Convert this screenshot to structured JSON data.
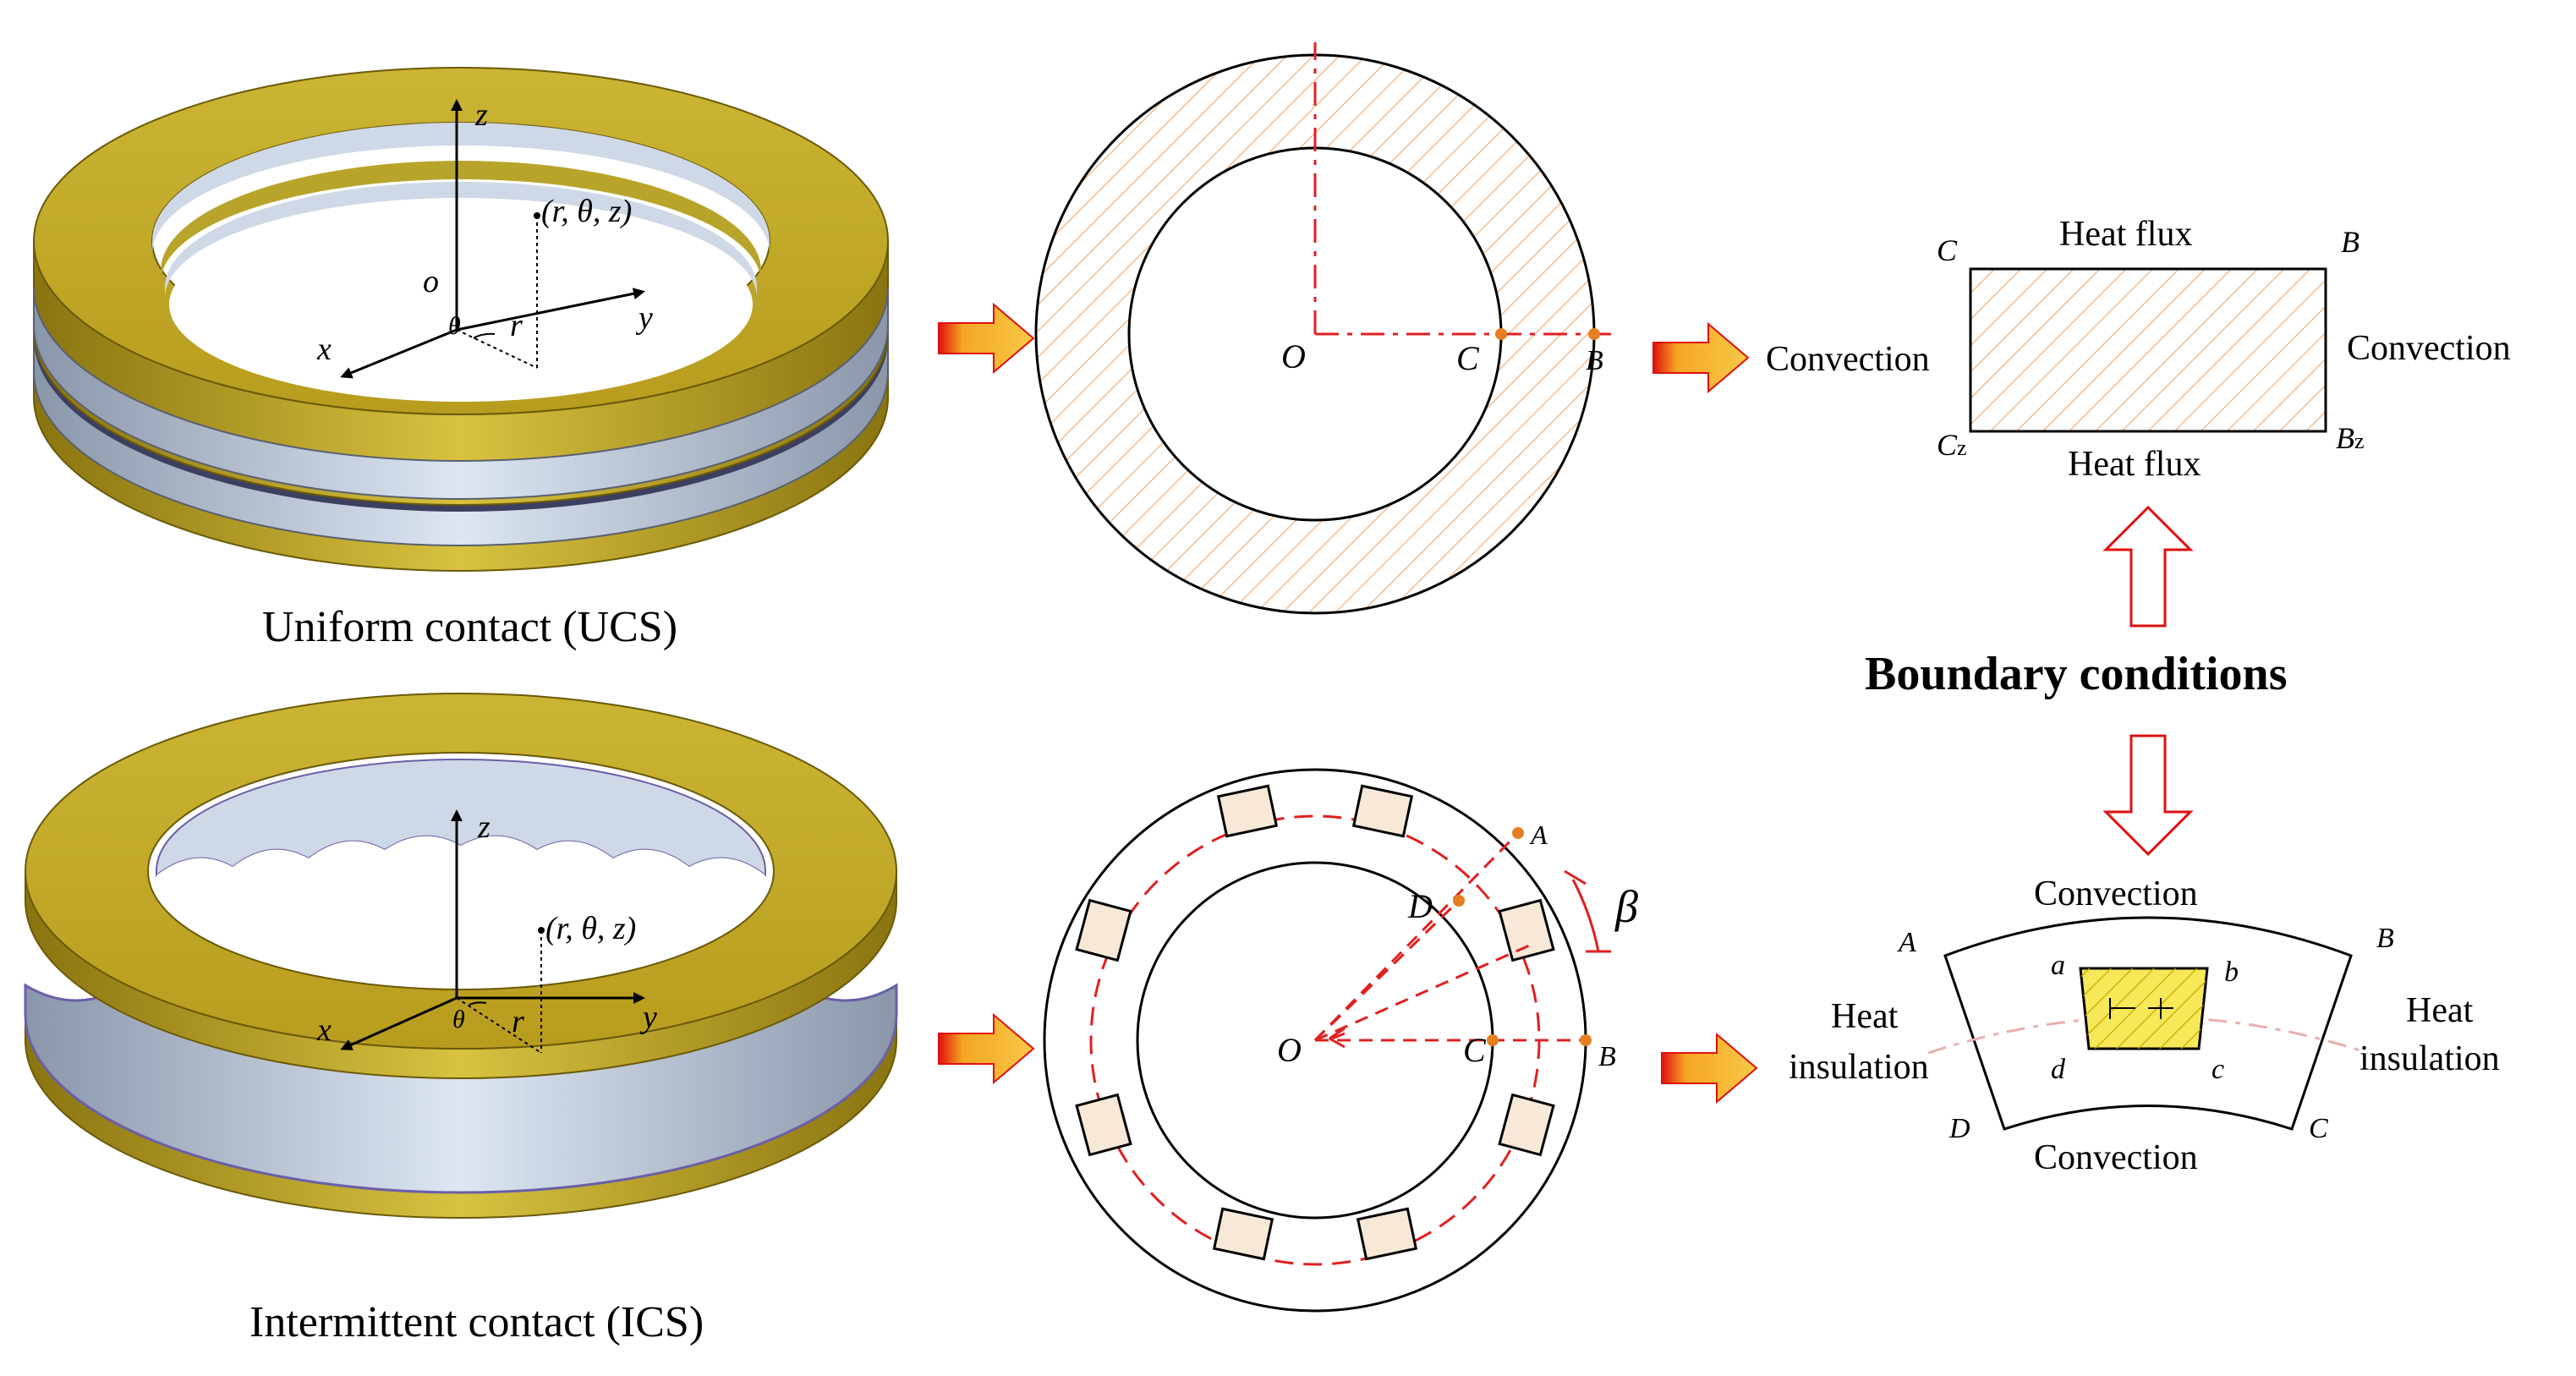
{
  "ucs": {
    "caption": "Uniform contact (UCS)",
    "axes": {
      "z": "z",
      "o": "o",
      "x": "x",
      "y": "y",
      "theta": "θ",
      "r": "r"
    },
    "point_label": "(r, θ, z)"
  },
  "ics": {
    "caption": "Intermittent contact (ICS)",
    "axes": {
      "z": "z",
      "x": "x",
      "y": "y",
      "theta": "θ",
      "r": "r"
    },
    "point_label": "(r, θ, z)"
  },
  "ucs_section": {
    "o": "O",
    "c": "C",
    "b": "B"
  },
  "ics_section": {
    "o": "O",
    "a": "A",
    "b": "B",
    "c": "C",
    "d": "D",
    "beta": "β"
  },
  "rect_domain": {
    "corner_c": "C",
    "corner_b": "B",
    "corner_cz": "C",
    "corner_cz_sub": "z",
    "corner_bz": "B",
    "corner_bz_sub": "z",
    "top": "Heat flux",
    "bottom": "Heat flux",
    "left": "Convection",
    "right": "Convection"
  },
  "boundary_title": "Boundary conditions",
  "sector_domain": {
    "top": "Convection",
    "bottom": "Convection",
    "left_line1": "Heat",
    "left_line2": "insulation",
    "right_line1": "Heat",
    "right_line2": "insulation",
    "corner_a": "A",
    "corner_b": "B",
    "corner_c": "C",
    "corner_d": "D",
    "inner_a": "a",
    "inner_b": "b",
    "inner_c": "c",
    "inner_d": "d"
  },
  "colors": {
    "gold": "#c9b02a",
    "silver": "#c9d6e6",
    "hatch": "#f2b07a",
    "red_dash": "#e02020",
    "arrow_fill": "#f5a623",
    "arrow_red": "#e01010",
    "point": "#e67e22"
  }
}
